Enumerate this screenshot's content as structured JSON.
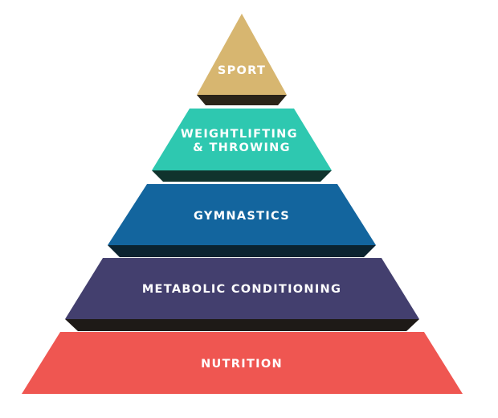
{
  "diagram": {
    "type": "pyramid",
    "tiers": [
      {
        "id": "sport",
        "lines": [
          "SPORT"
        ],
        "face_color": "#D7B670",
        "shade_color": "#2B2418"
      },
      {
        "id": "weightlifting-throwing",
        "lines": [
          "WEIGHTLIFTING",
          "& THROWING"
        ],
        "face_color": "#2EC8B0",
        "shade_color": "#10332D"
      },
      {
        "id": "gymnastics",
        "lines": [
          "GYMNASTICS"
        ],
        "face_color": "#13659E",
        "shade_color": "#0B2330"
      },
      {
        "id": "metabolic-conditioning",
        "lines": [
          "METABOLIC CONDITIONING"
        ],
        "face_color": "#433F6E",
        "shade_color": "#1E1A17"
      },
      {
        "id": "nutrition",
        "lines": [
          "NUTRITION"
        ],
        "face_color": "#EF5651",
        "shade_color": "#EF5651"
      }
    ]
  }
}
